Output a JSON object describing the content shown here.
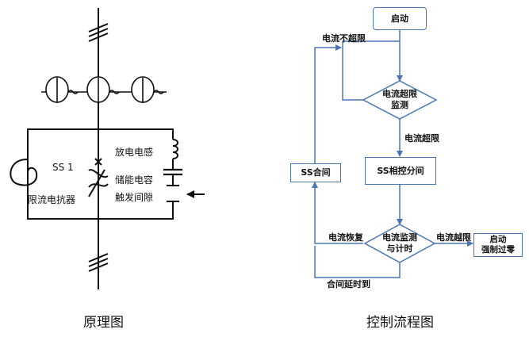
{
  "schematic": {
    "caption": "原理图",
    "ss1": "SS 1",
    "discharge_inductor": "放电电感",
    "storage_capacitor": "储能电容",
    "trigger_gap": "触发间隙",
    "current_limiting_reactor": "限流电抗器"
  },
  "flowchart": {
    "caption": "控制流程图",
    "start": "启动",
    "monitor_over_limit": "电流超限\n监测",
    "ss_phase_open": "SS相控分间",
    "monitor_and_timing": "电流监测\n与计时",
    "ss_close": "SS合间",
    "forced_zero_crossing": "启动\n强制过零",
    "edge_not_over_limit": "电流不超限",
    "edge_over_limit": "电流超限",
    "edge_recovered": "电流恢复",
    "edge_over_limit_2": "电流越限",
    "edge_close_delay": "合间延时到"
  },
  "colors": {
    "flow_line": "#4a76b5",
    "ink": "#111111"
  }
}
